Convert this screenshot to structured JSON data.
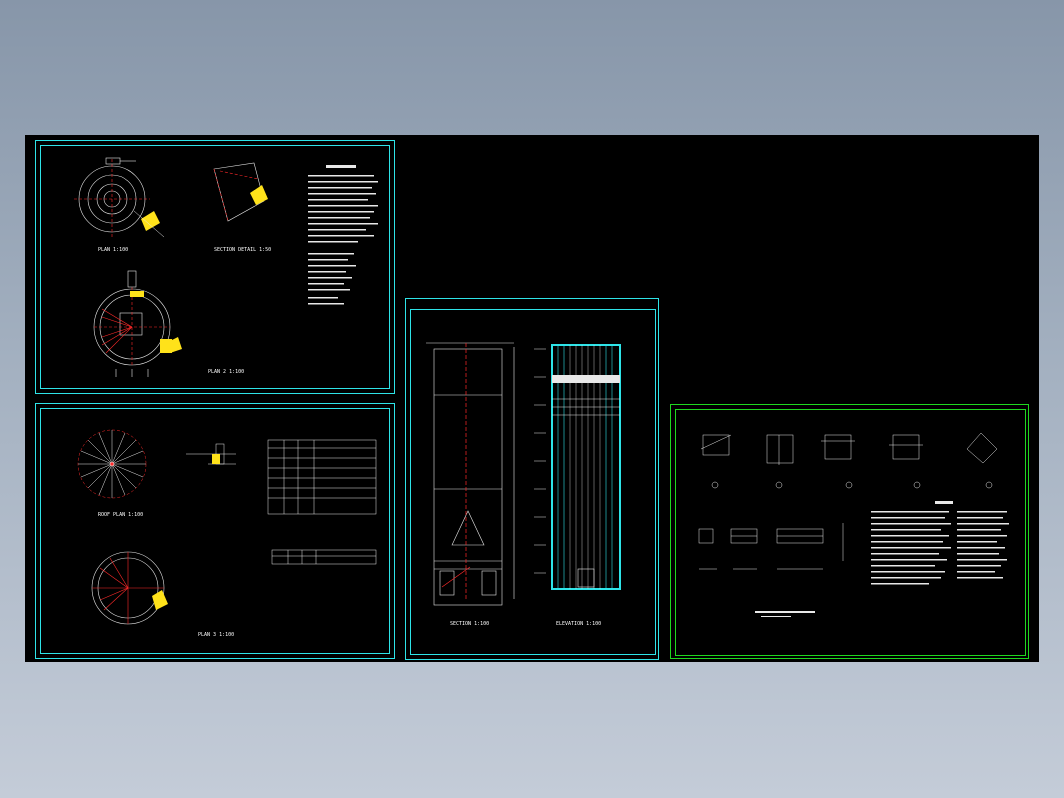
{
  "colors": {
    "background_top": "#8796a9",
    "background_bottom": "#c4ccd8",
    "canvas": "#000000",
    "frame_cyan": "#2ee4e8",
    "frame_green": "#1fd81f",
    "line_red": "#ff2a2a",
    "line_white": "#e8e8e8",
    "hatch_yellow": "#ffe21a"
  },
  "drawing": {
    "sheets": [
      {
        "id": "sheet-1",
        "frame_color": "cyan",
        "content": "plans, section views and notes"
      },
      {
        "id": "sheet-2",
        "frame_color": "cyan",
        "content": "round plan, detail and tables"
      },
      {
        "id": "sheet-3",
        "frame_color": "cyan",
        "content": "tower elevation and section"
      },
      {
        "id": "sheet-4",
        "frame_color": "green",
        "content": "details and general notes"
      }
    ]
  }
}
